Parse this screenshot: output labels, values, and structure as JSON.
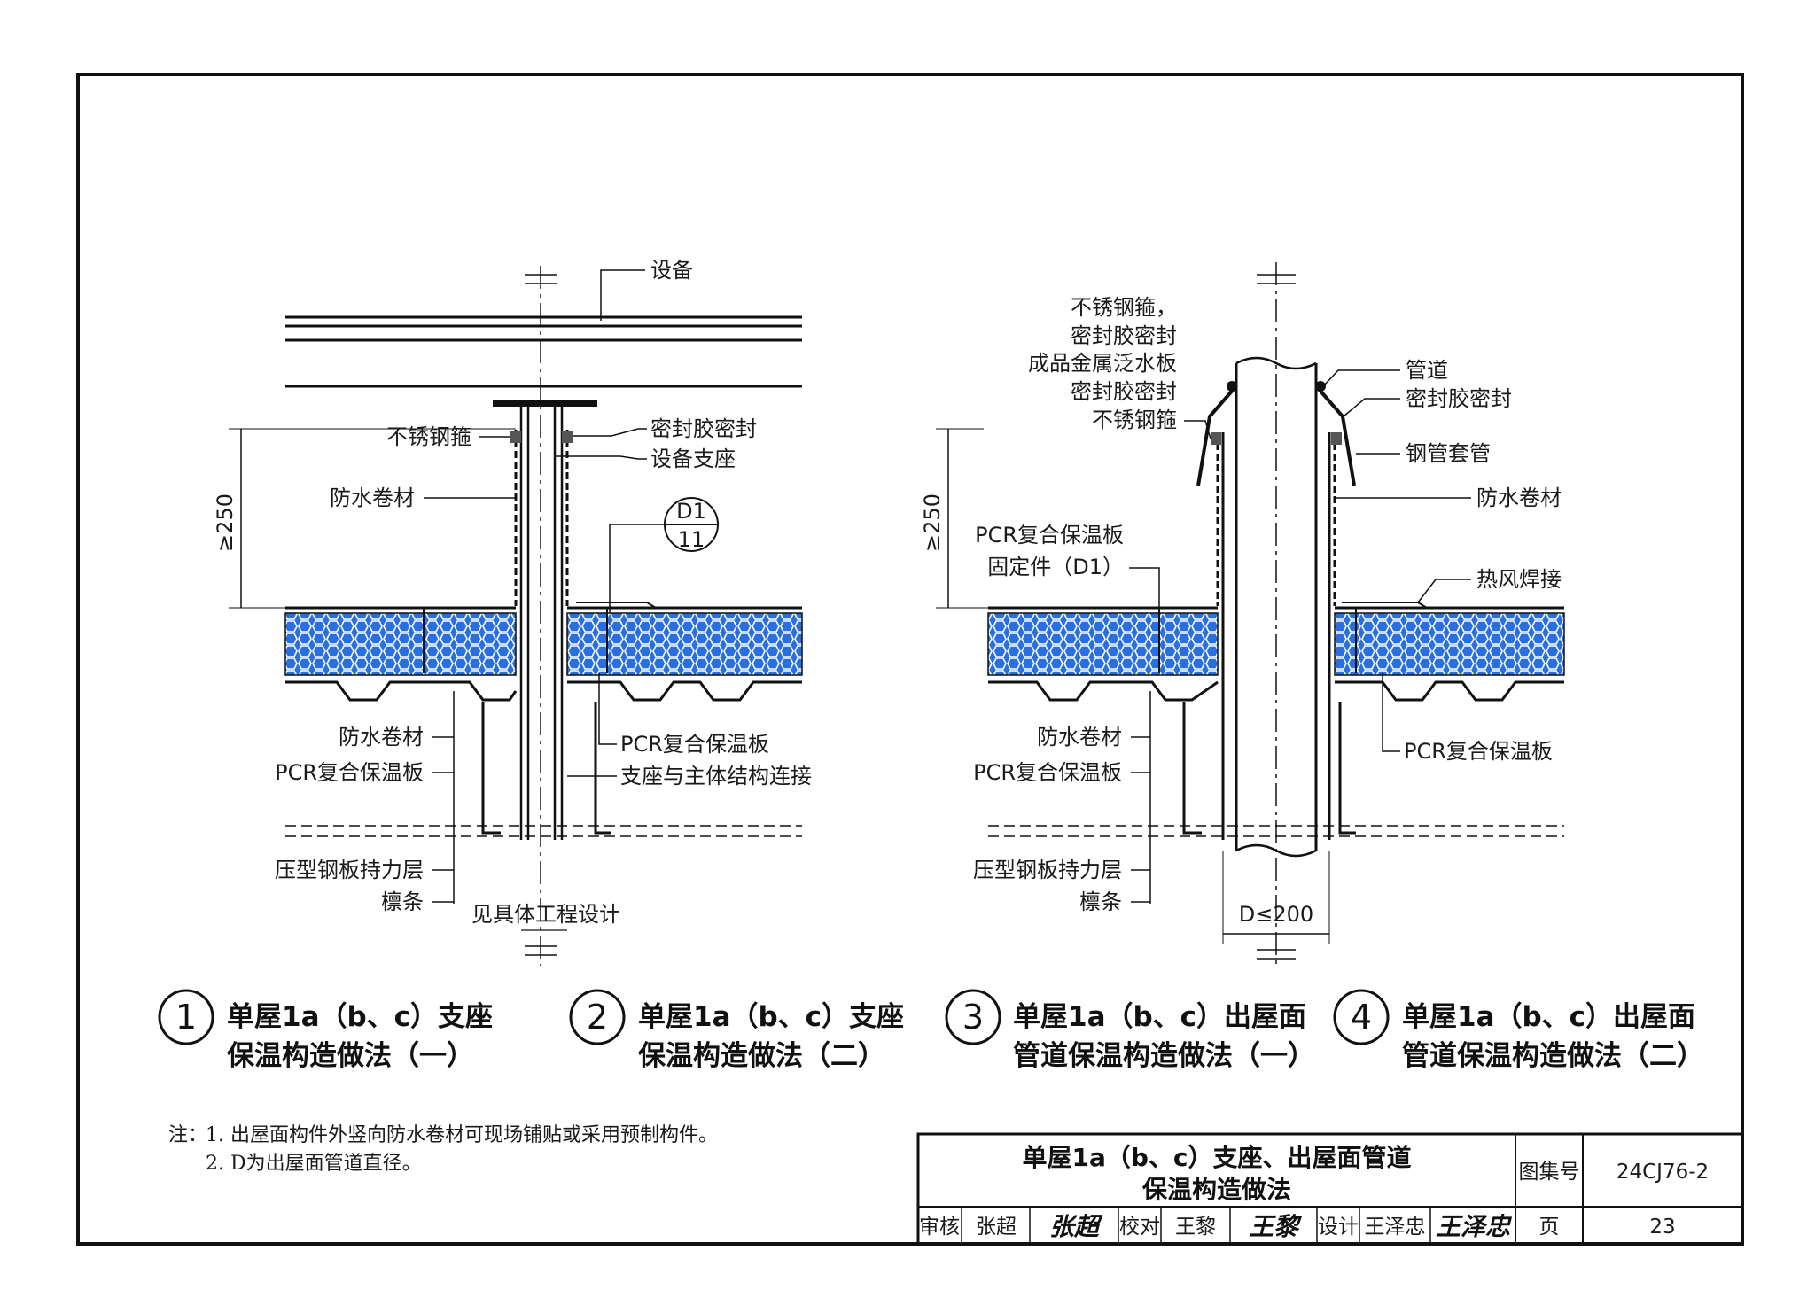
{
  "details": [
    {
      "number": "1",
      "caption_line1": "单屋1a（b、c）支座",
      "caption_line2": "保温构造做法（一）"
    },
    {
      "number": "2",
      "caption_line1": "单屋1a（b、c）支座",
      "caption_line2": "保温构造做法（二）"
    },
    {
      "number": "3",
      "caption_line1": "单屋1a（b、c）出屋面",
      "caption_line2": "管道保温构造做法（一）"
    },
    {
      "number": "4",
      "caption_line1": "单屋1a（b、c）出屋面",
      "caption_line2": "管道保温构造做法（二）"
    }
  ],
  "left_detail": {
    "equipment": "设备",
    "stainless_hoop": "不锈钢箍",
    "sealant_seal": "密封胶密封",
    "equipment_support": "设备支座",
    "waterproof_top": "防水卷材",
    "height_dim": "≥250",
    "ref_top": "D1",
    "ref_bottom": "11",
    "waterproof_bottom": "防水卷材",
    "pcr_board_left": "PCR复合保温板",
    "pcr_board_right": "PCR复合保温板",
    "support_connection": "支座与主体结构连接",
    "steel_deck": "压型钢板持力层",
    "purlin": "檩条",
    "see_design": "见具体工程设计"
  },
  "right_detail": {
    "stainless_hoop_comma": "不锈钢箍，",
    "sealant_seal_1": "密封胶密封",
    "flashing": "成品金属泛水板",
    "sealant_seal_2": "密封胶密封",
    "stainless_hoop": "不锈钢箍",
    "pipe": "管道",
    "sealant_seal_right": "密封胶密封",
    "steel_sleeve": "钢管套管",
    "waterproof_top": "防水卷材",
    "height_dim": "≥250",
    "pcr_board_top": "PCR复合保温板",
    "fixing": "固定件（D1）",
    "hot_air_weld": "热风焊接",
    "waterproof_bottom": "防水卷材",
    "pcr_board_left": "PCR复合保温板",
    "pcr_board_right": "PCR复合保温板",
    "steel_deck": "压型钢板持力层",
    "purlin": "檩条",
    "diameter_dim": "D≤200"
  },
  "notes": {
    "prefix": "注：",
    "line1": "1. 出屋面构件外竖向防水卷材可现场铺贴或采用预制构件。",
    "line2": "2. D为出屋面管道直径。"
  },
  "title_block": {
    "title_line1": "单屋1a（b、c）支座、出屋面管道",
    "title_line2": "保温构造做法",
    "atlas_label": "图集号",
    "atlas_number": "24CJ76-2",
    "review_label": "审核",
    "reviewer": "张超",
    "reviewer_sig": "张超",
    "check_label": "校对",
    "checker": "王黎",
    "checker_sig": "王黎",
    "design_label": "设计",
    "designer": "王泽忠",
    "designer_sig": "王泽忠",
    "page_label": "页",
    "page_number": "23"
  },
  "colors": {
    "insulation_blue": "#2a6fe0",
    "line": "#1a1a1a"
  }
}
